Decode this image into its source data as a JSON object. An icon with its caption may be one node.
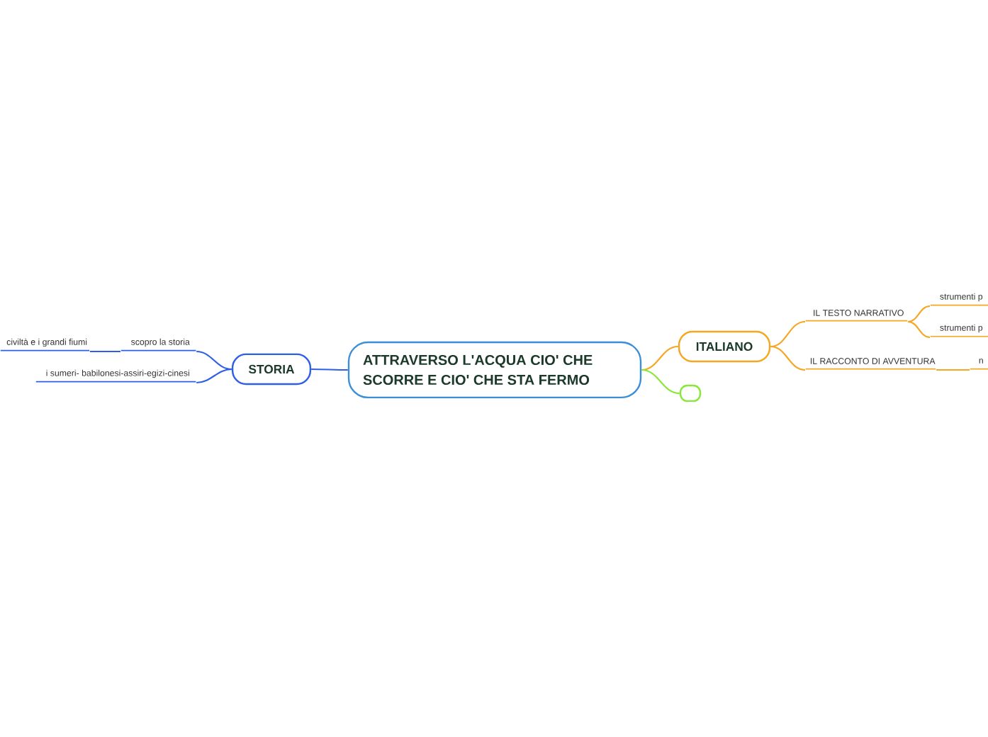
{
  "diagram": {
    "nodes": [
      {
        "text": [
          "ATTRAVERSO L'ACQUA CIO' CHE SCORRE E CIO' CHE STA FERMO"
        ]
      },
      {
        "text": [
          "STORIA"
        ]
      },
      {
        "text": [
          "scopro la storia"
        ]
      },
      {
        "text": [
          "civiltà e i grandi fiumi"
        ]
      },
      {
        "text": [
          "i sumeri- babilonesi-assiri-egizi-cinesi"
        ]
      },
      {
        "text": [
          "ITALIANO"
        ]
      },
      {
        "text": [
          "IL TESTO NARRATIVO"
        ]
      },
      {
        "text": [
          "strumenti p"
        ]
      },
      {
        "text": [
          "strumenti p"
        ]
      },
      {
        "text": [
          "IL RACCONTO DI AVVENTURA"
        ]
      },
      {
        "text": [
          "n"
        ]
      },
      {
        "text": [],
        "shape": "box"
      }
    ],
    "edges": [
      {
        "from": 0,
        "to": 1,
        "arrow": "none",
        "color": "#2f5fe6"
      },
      {
        "from": 1,
        "to": 2,
        "arrow": "none",
        "color": "#2f5fe6"
      },
      {
        "from": 2,
        "to": 3,
        "arrow": "none",
        "color": "#2f5fe6"
      },
      {
        "from": 1,
        "to": 4,
        "arrow": "none",
        "color": "#2f5fe6"
      },
      {
        "from": 0,
        "to": 5,
        "arrow": "none",
        "color": "#f5a623"
      },
      {
        "from": 5,
        "to": 6,
        "arrow": "none",
        "color": "#f5a623"
      },
      {
        "from": 6,
        "to": 7,
        "arrow": "none",
        "color": "#f5a623"
      },
      {
        "from": 6,
        "to": 8,
        "arrow": "none",
        "color": "#f5a623"
      },
      {
        "from": 5,
        "to": 9,
        "arrow": "none",
        "color": "#f5a623"
      },
      {
        "from": 9,
        "to": 10,
        "arrow": "none",
        "color": "#f5a623"
      },
      {
        "from": 0,
        "to": 11,
        "arrow": "none",
        "color": "#88e83a"
      }
    ]
  }
}
